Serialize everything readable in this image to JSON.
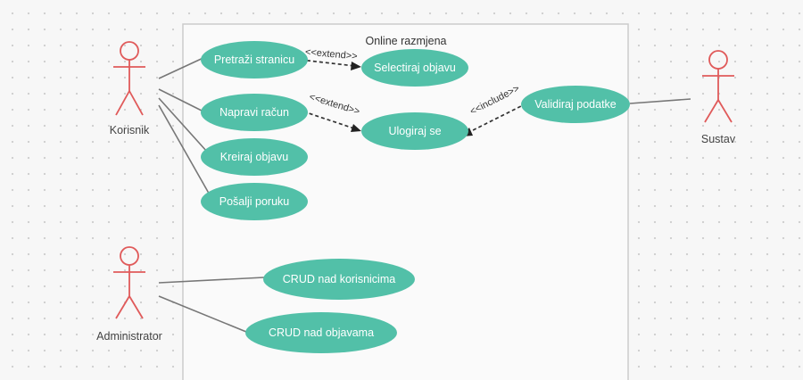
{
  "system": {
    "title": "Online razmjena"
  },
  "actors": [
    {
      "id": "korisnik",
      "name": "Korisnik"
    },
    {
      "id": "administrator",
      "name": "Administrator"
    },
    {
      "id": "sustav",
      "name": "Sustav"
    }
  ],
  "use_cases": [
    {
      "id": "pretrazi",
      "label": "Pretraži stranicu"
    },
    {
      "id": "selectiraj",
      "label": "Selectiraj objavu"
    },
    {
      "id": "napravi",
      "label": "Napravi račun"
    },
    {
      "id": "ulogiraj",
      "label": "Ulogiraj se"
    },
    {
      "id": "validiraj",
      "label": "Validiraj podatke"
    },
    {
      "id": "kreiraj",
      "label": "Kreiraj objavu"
    },
    {
      "id": "posalji",
      "label": "Pošalji poruku"
    },
    {
      "id": "crud_korisnici",
      "label": "CRUD nad korisnicima"
    },
    {
      "id": "crud_objave",
      "label": "CRUD nad objavama"
    }
  ],
  "relations": [
    {
      "label": "<<extend>>"
    },
    {
      "label": "<<extend>>"
    },
    {
      "label": "<<include>>"
    }
  ],
  "colors": {
    "use_case": "#52c0a8",
    "actor": "#e05a5a",
    "line": "#777777",
    "boundary": "#cfcfcf"
  }
}
